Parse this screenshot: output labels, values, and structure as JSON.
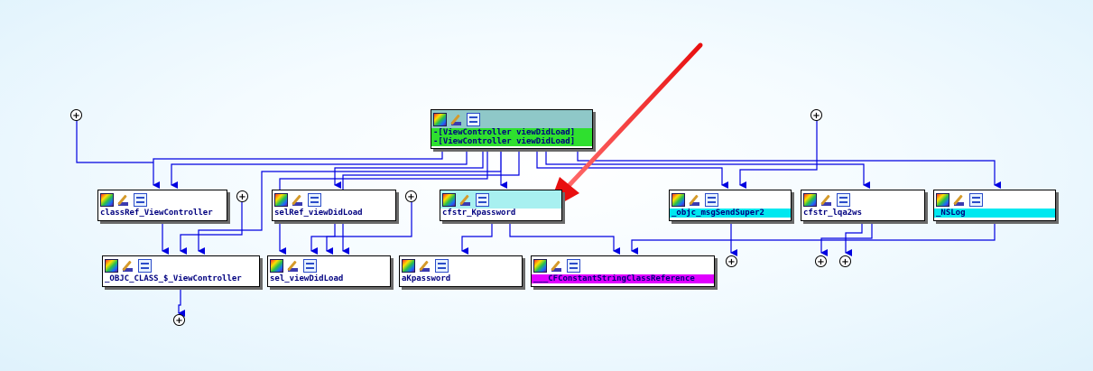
{
  "graph": {
    "root": {
      "lines": [
        "-[ViewController viewDidLoad]",
        "-[ViewController viewDidLoad]"
      ],
      "header_color": "#8fc8c8",
      "highlight_color": "#2fe02f"
    },
    "nodes": {
      "classref_viewcontroller": "classRef_ViewController",
      "selref_viewdidload": "selRef_viewDidLoad",
      "cfstr_kpassword": "cfstr_Kpassword",
      "objc_msgsendsuper2": "_objc_msgSendSuper2",
      "cfstr_lqa2ws": "cfstr_lqa2ws",
      "nslog": "_NSLog",
      "objc_class_viewcontroller": "_OBJC_CLASS_$_ViewController",
      "sel_viewdidload": "sel_viewDidLoad",
      "akpassword": "aKpassword",
      "cfconstantstring": "___CFConstantStringClassReference"
    },
    "highlight_colors": {
      "cyan": "#00e8f0",
      "light_cyan": "#a8f0f0",
      "magenta": "#e000ff"
    },
    "edge_color": "#0000e0",
    "arrow_color": "#ee1111",
    "expand_symbol": "+"
  },
  "icons": [
    "color-palette-icon",
    "edit-icon",
    "graph-icon"
  ]
}
